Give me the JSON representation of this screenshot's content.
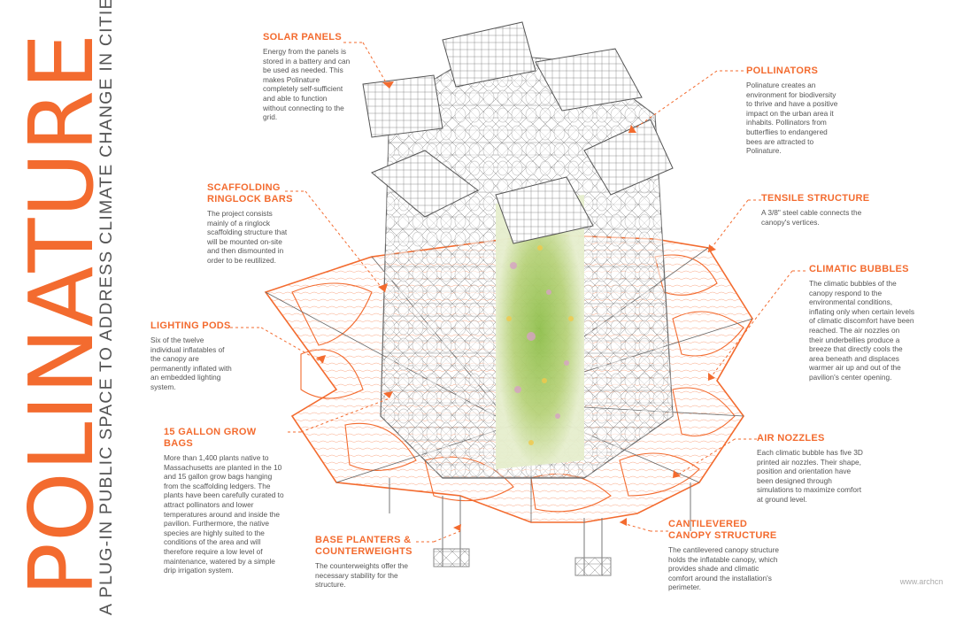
{
  "title": "POLINATURE",
  "subtitle": "A PLUG-IN PUBLIC SPACE TO ADDRESS CLIMATE CHANGE IN CITIES",
  "colors": {
    "accent": "#f36b2f",
    "text": "#555555",
    "line": "#777777",
    "plants": "#9cbf5b"
  },
  "callouts": {
    "solar": {
      "heading": "SOLAR PANELS",
      "body": "Energy from the panels is stored in a battery and can be used as needed. This makes Polinature completely self-sufficient and able to function without connecting to the grid."
    },
    "pollinators": {
      "heading": "POLLINATORS",
      "body": "Polinature creates an environment for biodiversity to thrive and have a positive impact on the urban area it inhabits. Pollinators from butterflies to endangered bees are attracted to Polinature."
    },
    "scaffolding": {
      "heading": "SCAFFOLDING RINGLOCK BARS",
      "body": "The project consists mainly of a ringlock scaffolding structure that will be mounted on-site and then dismounted in order to be reutilized."
    },
    "tensile": {
      "heading": "TENSILE STRUCTURE",
      "body": "A 3/8\" steel cable connects the canopy's vertices."
    },
    "climatic": {
      "heading": "CLIMATIC BUBBLES",
      "body": "The climatic bubbles of the canopy respond to the environmental conditions, inflating only when certain levels of climatic discomfort have been reached. The air nozzles on their underbellies produce a breeze that directly cools the area beneath and displaces warmer air up and out of the pavilion's center opening."
    },
    "lighting": {
      "heading": "LIGHTING PODS",
      "body": "Six of the twelve individual inflatables of the canopy are permanently inflated with an embedded lighting system."
    },
    "growbags": {
      "heading": "15 GALLON GROW BAGS",
      "body": "More than 1,400 plants native to Massachusetts are planted in the 10 and 15 gallon grow bags hanging from the scaffolding ledgers. The plants have been carefully curated to attract pollinators and lower temperatures around and inside the pavilion. Furthermore, the native species are highly suited to the conditions of the area and will therefore require a low level of maintenance, watered by a simple drip irrigation system."
    },
    "nozzles": {
      "heading": "AIR NOZZLES",
      "body": "Each climatic bubble has five 3D printed air nozzles. Their shape, position and orientation have been designed through simulations to maximize comfort at ground level."
    },
    "planters": {
      "heading": "BASE PLANTERS & COUNTERWEIGHTS",
      "body": "The counterweights offer the necessary stability for the structure."
    },
    "cantilevered": {
      "heading": "CANTILEVERED CANOPY STRUCTURE",
      "body": "The cantilevered canopy structure holds the inflatable canopy, which provides shade and climatic comfort around the installation's perimeter."
    }
  },
  "watermark": "www.archcn"
}
